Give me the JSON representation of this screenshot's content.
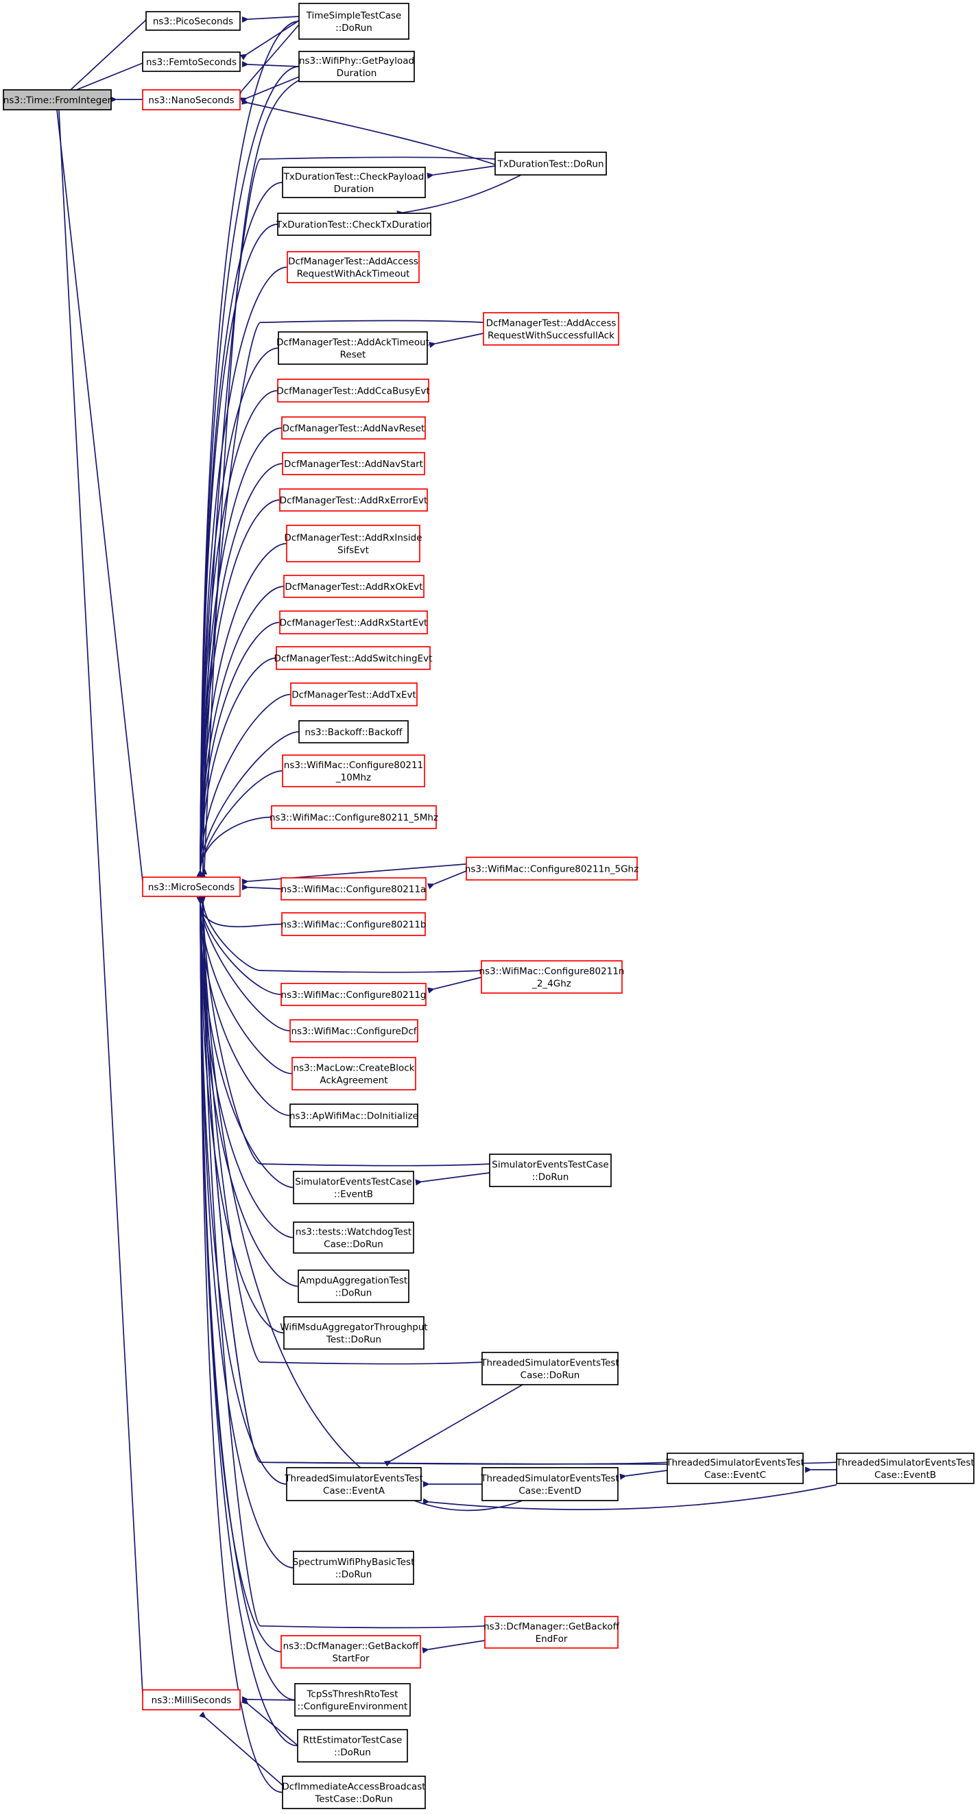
{
  "colors": {
    "edge": "#191970",
    "root_fill": "#bfbfbf",
    "node_fill": "#ffffff",
    "border_black": "#000000",
    "border_red": "#ff0000"
  },
  "nodes": [
    {
      "id": "root",
      "lines": [
        "ns3::Time::FromInteger"
      ],
      "border": "black",
      "fill": "root"
    },
    {
      "id": "pico",
      "lines": [
        "ns3::PicoSeconds"
      ],
      "border": "black"
    },
    {
      "id": "femto",
      "lines": [
        "ns3::FemtoSeconds"
      ],
      "border": "black"
    },
    {
      "id": "nano",
      "lines": [
        "ns3::NanoSeconds"
      ],
      "border": "red"
    },
    {
      "id": "micro",
      "lines": [
        "ns3::MicroSeconds"
      ],
      "border": "red"
    },
    {
      "id": "milli",
      "lines": [
        "ns3::MilliSeconds"
      ],
      "border": "red"
    },
    {
      "id": "timesimple",
      "lines": [
        "TimeSimpleTestCase",
        "::DoRun"
      ],
      "border": "black"
    },
    {
      "id": "wifiphy",
      "lines": [
        "ns3::WifiPhy::GetPayload",
        "Duration"
      ],
      "border": "black"
    },
    {
      "id": "txcheckpayload",
      "lines": [
        "TxDurationTest::CheckPayload",
        "Duration"
      ],
      "border": "black"
    },
    {
      "id": "txdorun",
      "lines": [
        "TxDurationTest::DoRun"
      ],
      "border": "black"
    },
    {
      "id": "txchecktx",
      "lines": [
        "TxDurationTest::CheckTxDuration"
      ],
      "border": "black"
    },
    {
      "id": "dcf_ackto",
      "lines": [
        "DcfManagerTest::AddAccess",
        "RequestWithAckTimeout"
      ],
      "border": "red"
    },
    {
      "id": "dcf_acktoreset",
      "lines": [
        "DcfManagerTest::AddAckTimeout",
        "Reset"
      ],
      "border": "black"
    },
    {
      "id": "dcf_succack",
      "lines": [
        "DcfManagerTest::AddAccess",
        "RequestWithSuccessfullAck"
      ],
      "border": "red"
    },
    {
      "id": "dcf_cca",
      "lines": [
        "DcfManagerTest::AddCcaBusyEvt"
      ],
      "border": "red"
    },
    {
      "id": "dcf_navreset",
      "lines": [
        "DcfManagerTest::AddNavReset"
      ],
      "border": "red"
    },
    {
      "id": "dcf_navstart",
      "lines": [
        "DcfManagerTest::AddNavStart"
      ],
      "border": "red"
    },
    {
      "id": "dcf_rxerr",
      "lines": [
        "DcfManagerTest::AddRxErrorEvt"
      ],
      "border": "red"
    },
    {
      "id": "dcf_rxinside",
      "lines": [
        "DcfManagerTest::AddRxInside",
        "SifsEvt"
      ],
      "border": "red"
    },
    {
      "id": "dcf_rxok",
      "lines": [
        "DcfManagerTest::AddRxOkEvt"
      ],
      "border": "red"
    },
    {
      "id": "dcf_rxstart",
      "lines": [
        "DcfManagerTest::AddRxStartEvt"
      ],
      "border": "red"
    },
    {
      "id": "dcf_switching",
      "lines": [
        "DcfManagerTest::AddSwitchingEvt"
      ],
      "border": "red"
    },
    {
      "id": "dcf_tx",
      "lines": [
        "DcfManagerTest::AddTxEvt"
      ],
      "border": "red"
    },
    {
      "id": "backoff",
      "lines": [
        "ns3::Backoff::Backoff"
      ],
      "border": "black"
    },
    {
      "id": "cfg_10mhz",
      "lines": [
        "ns3::WifiMac::Configure80211",
        "_10Mhz"
      ],
      "border": "red"
    },
    {
      "id": "cfg_5mhz",
      "lines": [
        "ns3::WifiMac::Configure80211_5Mhz"
      ],
      "border": "red"
    },
    {
      "id": "cfg_n5ghz",
      "lines": [
        "ns3::WifiMac::Configure80211n_5Ghz"
      ],
      "border": "red"
    },
    {
      "id": "cfg_a",
      "lines": [
        "ns3::WifiMac::Configure80211a"
      ],
      "border": "red"
    },
    {
      "id": "cfg_b",
      "lines": [
        "ns3::WifiMac::Configure80211b"
      ],
      "border": "red"
    },
    {
      "id": "cfg_n24",
      "lines": [
        "ns3::WifiMac::Configure80211n",
        "_2_4Ghz"
      ],
      "border": "red"
    },
    {
      "id": "cfg_g",
      "lines": [
        "ns3::WifiMac::Configure80211g"
      ],
      "border": "red"
    },
    {
      "id": "cfg_dcf",
      "lines": [
        "ns3::WifiMac::ConfigureDcf"
      ],
      "border": "red"
    },
    {
      "id": "maclow",
      "lines": [
        "ns3::MacLow::CreateBlock",
        "AckAgreement"
      ],
      "border": "red"
    },
    {
      "id": "apwifi",
      "lines": [
        "ns3::ApWifiMac::DoInitialize"
      ],
      "border": "black"
    },
    {
      "id": "sim_dorun",
      "lines": [
        "SimulatorEventsTestCase",
        "::DoRun"
      ],
      "border": "black"
    },
    {
      "id": "sim_eventb",
      "lines": [
        "SimulatorEventsTestCase",
        "::EventB"
      ],
      "border": "black"
    },
    {
      "id": "watchdog",
      "lines": [
        "ns3::tests::WatchdogTest",
        "Case::DoRun"
      ],
      "border": "black"
    },
    {
      "id": "ampdu",
      "lines": [
        "AmpduAggregationTest",
        "::DoRun"
      ],
      "border": "black"
    },
    {
      "id": "msdu",
      "lines": [
        "WifiMsduAggregatorThroughput",
        "Test::DoRun"
      ],
      "border": "black"
    },
    {
      "id": "thr_dorun",
      "lines": [
        "ThreadedSimulatorEventsTest",
        "Case::DoRun"
      ],
      "border": "black"
    },
    {
      "id": "thr_eventa",
      "lines": [
        "ThreadedSimulatorEventsTest",
        "Case::EventA"
      ],
      "border": "black"
    },
    {
      "id": "thr_eventd",
      "lines": [
        "ThreadedSimulatorEventsTest",
        "Case::EventD"
      ],
      "border": "black"
    },
    {
      "id": "thr_eventc",
      "lines": [
        "ThreadedSimulatorEventsTest",
        "Case::EventC"
      ],
      "border": "black"
    },
    {
      "id": "thr_eventb",
      "lines": [
        "ThreadedSimulatorEventsTest",
        "Case::EventB"
      ],
      "border": "black"
    },
    {
      "id": "spectrum",
      "lines": [
        "SpectrumWifiPhyBasicTest",
        "::DoRun"
      ],
      "border": "black"
    },
    {
      "id": "dcfm_endfor",
      "lines": [
        "ns3::DcfManager::GetBackoff",
        "EndFor"
      ],
      "border": "red"
    },
    {
      "id": "dcfm_startfor",
      "lines": [
        "ns3::DcfManager::GetBackoff",
        "StartFor"
      ],
      "border": "red"
    },
    {
      "id": "tcpss",
      "lines": [
        "TcpSsThreshRtoTest",
        "::ConfigureEnvironment"
      ],
      "border": "black"
    },
    {
      "id": "rtt",
      "lines": [
        "RttEstimatorTestCase",
        "::DoRun"
      ],
      "border": "black"
    },
    {
      "id": "dcfimm",
      "lines": [
        "DcfImmediateAccessBroadcast",
        "TestCase::DoRun"
      ],
      "border": "black"
    }
  ]
}
